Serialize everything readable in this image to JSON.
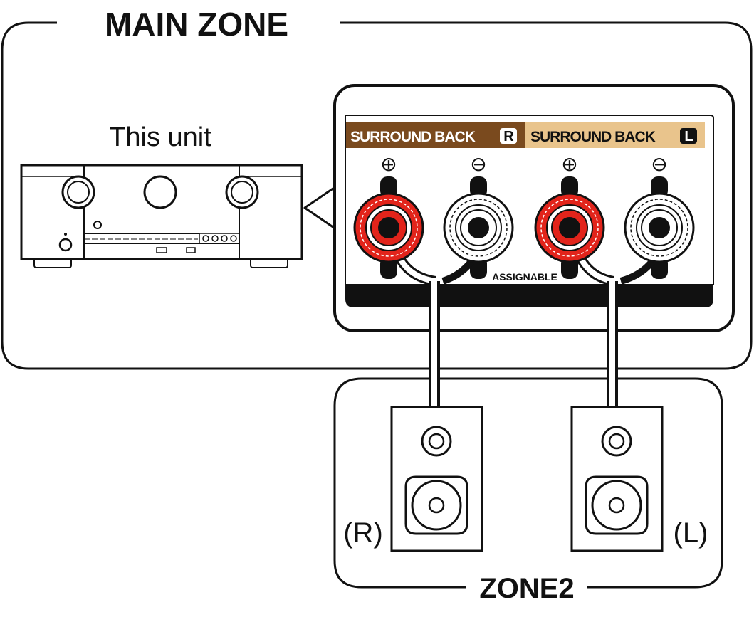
{
  "main_zone": {
    "title": "MAIN ZONE"
  },
  "unit": {
    "label": "This unit"
  },
  "terminal_panel": {
    "channel_r": {
      "label": "SURROUND BACK",
      "badge": "R",
      "color": "#7a4a1e"
    },
    "channel_l": {
      "label": "SURROUND BACK",
      "badge": "L",
      "color": "#e9c48c"
    },
    "polarity": [
      "⊕",
      "⊖",
      "⊕",
      "⊖"
    ],
    "terminal_red": "#e2241b",
    "assignable_label": "ASSIGNABLE"
  },
  "zone2": {
    "title": "ZONE2",
    "speaker_r_label": "(R)",
    "speaker_l_label": "(L)"
  }
}
